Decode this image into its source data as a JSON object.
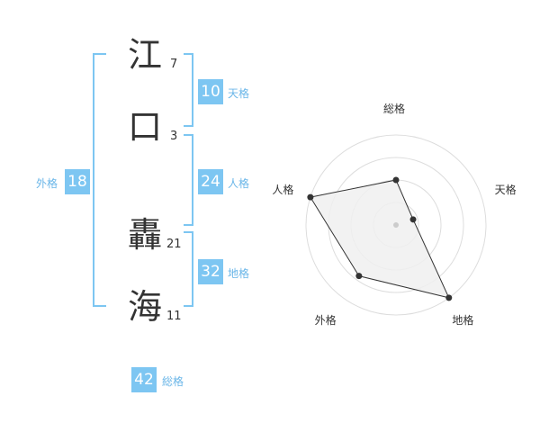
{
  "name": {
    "chars": [
      {
        "char": "江",
        "strokes": "7"
      },
      {
        "char": "口",
        "strokes": "3"
      },
      {
        "char": "轟",
        "strokes": "21"
      },
      {
        "char": "海",
        "strokes": "11"
      }
    ]
  },
  "kakusu": {
    "tenkaku": {
      "value": "10",
      "label": "天格"
    },
    "jinkaku": {
      "value": "24",
      "label": "人格"
    },
    "chikaku": {
      "value": "32",
      "label": "地格"
    },
    "gaikaku": {
      "value": "18",
      "label": "外格"
    },
    "soukaku": {
      "value": "42",
      "label": "総格"
    }
  },
  "chart_data": {
    "type": "radar",
    "axes": [
      "総格",
      "天格",
      "地格",
      "外格",
      "人格"
    ],
    "levels": 4,
    "values": [
      0.5,
      0.2,
      1.0,
      0.7,
      1.0
    ]
  },
  "colors": {
    "accent": "#7dc6f2",
    "bracket": "#7dc6f2",
    "grid": "#dddddd",
    "polygon_fill": "#f0f0f0",
    "polygon_stroke": "#333333"
  }
}
